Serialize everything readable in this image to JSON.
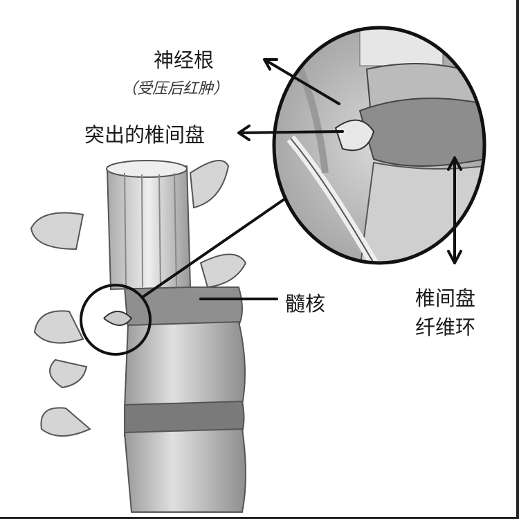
{
  "labels": {
    "nerve_root": "神经根",
    "nerve_root_note": "（受压后红肿）",
    "herniated_disc": "突出的椎间盘",
    "nucleus_pulposus": "髓核",
    "annulus_line1": "椎间盘",
    "annulus_line2": "纤维环"
  },
  "colors": {
    "ink": "#1a1a1a",
    "bone": "#d9d9d9",
    "shadow": "#8a8a8a"
  }
}
